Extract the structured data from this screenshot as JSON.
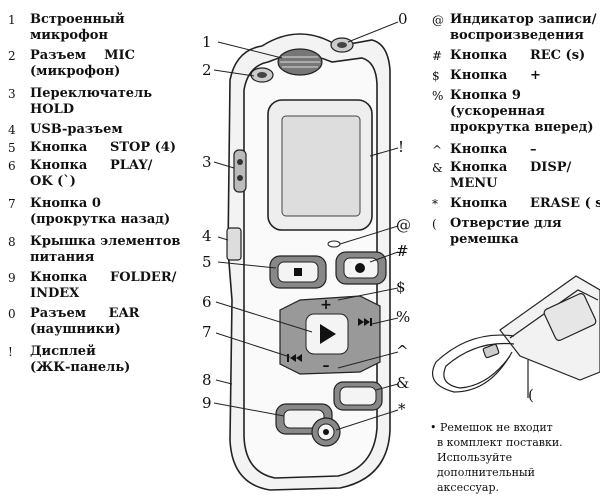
{
  "left_legend": [
    {
      "marker": "1",
      "text": "Встроенный\nмикрофон"
    },
    {
      "marker": "2",
      "text": "Разъем    MIC\n(микрофон)"
    },
    {
      "marker": "3",
      "text": "Переключатель\nHOLD"
    },
    {
      "marker": "4",
      "text": "USB-разъем"
    },
    {
      "marker": "5",
      "text": "Кнопка     STOP (4)"
    },
    {
      "marker": "6",
      "text": "Кнопка     PLAY/\nOK (`)"
    },
    {
      "marker": "7",
      "text": "Кнопка 0\n(прокрутка назад)"
    },
    {
      "marker": "8",
      "text": "Крышка элементов\nпитания"
    },
    {
      "marker": "9",
      "text": "Кнопка     FOLDER/\nINDEX"
    },
    {
      "marker": "0",
      "text": "Разъем     EAR\n(наушники)"
    },
    {
      "marker": "!",
      "text": "Дисплей\n(ЖК-панель)"
    }
  ],
  "right_legend": [
    {
      "marker": "@",
      "text": "Индикатор записи/\nвоспроизведения"
    },
    {
      "marker": "#",
      "text": "Кнопка     REC (s)"
    },
    {
      "marker": "$",
      "text": "Кнопка     +"
    },
    {
      "marker": "%",
      "text": "Кнопка 9\n(ускоренная\nпрокрутка вперед)"
    },
    {
      "marker": "^",
      "text": "Кнопка     –"
    },
    {
      "marker": "&",
      "text": "Кнопка     DISP/\nMENU"
    },
    {
      "marker": "*",
      "text": "Кнопка     ERASE ( s )"
    },
    {
      "marker": "(",
      "text": "Отверстие для\nремешка"
    }
  ],
  "callouts": {
    "c1": "1",
    "c2": "2",
    "c3": "3",
    "c4": "4",
    "c5": "5",
    "c6": "6",
    "c7": "7",
    "c8": "8",
    "c9": "9",
    "c0": "0",
    "cexcl": "!",
    "cat": "@",
    "chash": "#",
    "cdollar": "$",
    "cpercent": "%",
    "ccaret": "^",
    "camp": "&",
    "cstar": "*",
    "cparen": "("
  },
  "button_glyphs": {
    "plus": "+",
    "minus": "–"
  },
  "note": [
    "• Ремешок не входит",
    "  в комплект поставки.",
    "  Используйте",
    "  дополнительный",
    "  аксессуар."
  ]
}
